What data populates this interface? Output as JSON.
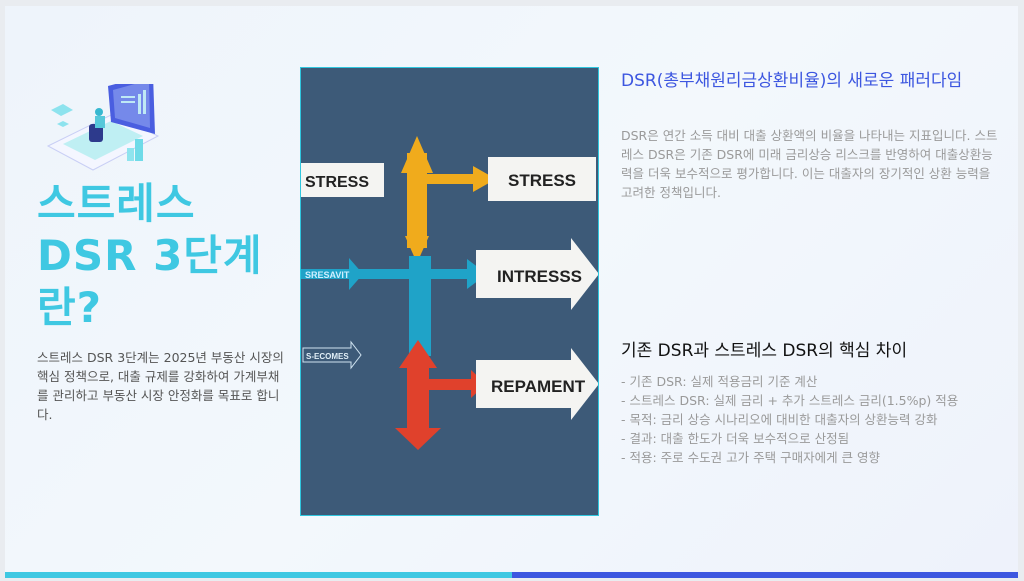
{
  "left": {
    "title_lines": [
      "스트레스",
      "DSR 3단계",
      "란?"
    ],
    "intro": "스트레스 DSR 3단계는 2025년 부동산 시장의 핵심 정책으로, 대출 규제를 강화하여 가계부채를 관리하고 부동산 시장 안정화를 목표로 합니다."
  },
  "photo": {
    "labels": [
      "STRESS",
      "STRESS",
      "SRESAVIT",
      "INTRESSS",
      "S-ECOMES",
      "REPAMENT"
    ]
  },
  "right": {
    "section1": {
      "heading": "DSR(총부채원리금상환비율)의 새로운 패러다임",
      "body": "DSR은 연간 소득 대비 대출 상환액의 비율을 나타내는 지표입니다. 스트레스 DSR은 기존 DSR에 미래 금리상승 리스크를 반영하여 대출상환능력을 더욱 보수적으로 평가합니다. 이는 대출자의 장기적인 상환 능력을 고려한 정책입니다."
    },
    "section2": {
      "heading": "기존 DSR과 스트레스 DSR의 핵심 차이",
      "items": [
        "- 기존 DSR: 실제 적용금리 기준 계산",
        "- 스트레스 DSR: 실제 금리 + 추가 스트레스 금리(1.5%p) 적용",
        "- 목적: 금리 상승 시나리오에 대비한 대출자의 상환능력 강화",
        "- 결과: 대출 한도가 더욱 보수적으로 산정됨",
        "- 적용: 주로 수도권 고가 주택 구매자에게 큰 영향"
      ]
    }
  },
  "colors": {
    "accent_cyan": "#3fc8e2",
    "accent_blue": "#3d57e0"
  }
}
